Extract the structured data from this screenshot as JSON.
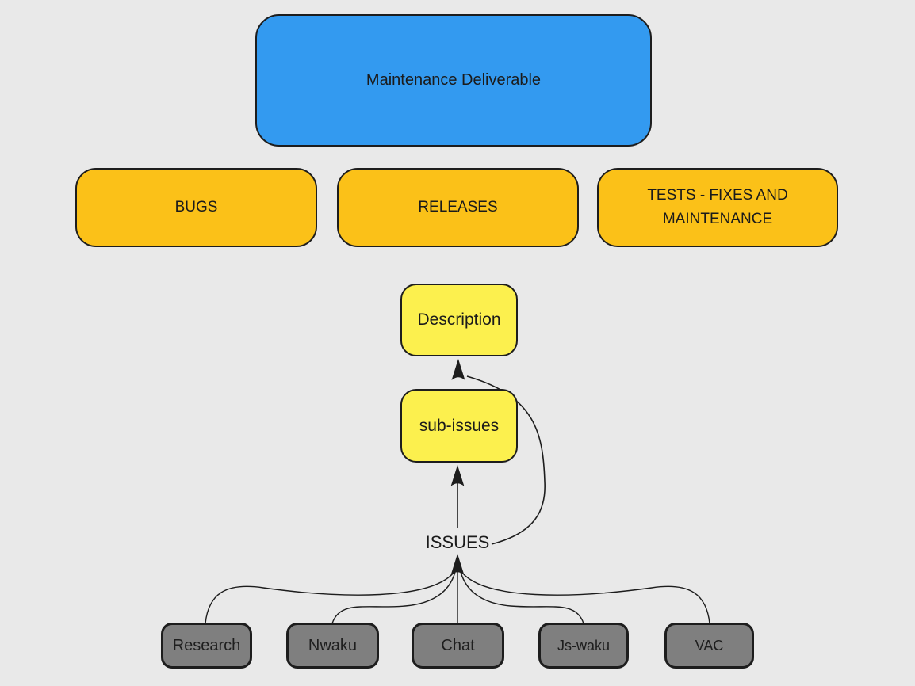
{
  "canvas": {
    "background": "#e9e9e9",
    "stroke": "#1d1d1d"
  },
  "nodes": {
    "maintenance_deliverable": {
      "label": "Maintenance Deliverable",
      "fill": "#339af0"
    },
    "bugs": {
      "label": "BUGS",
      "fill": "#fbc118"
    },
    "releases": {
      "label": "RELEASES",
      "fill": "#fbc118"
    },
    "tests": {
      "label": "TESTS - FIXES AND MAINTENANCE",
      "fill": "#fbc118"
    },
    "description": {
      "label": "Description",
      "fill": "#fcf04e"
    },
    "sub_issues": {
      "label": "sub-issues",
      "fill": "#fcf04e"
    },
    "issues": {
      "label": "ISSUES"
    },
    "research": {
      "label": "Research",
      "fill": "#7f7f7f"
    },
    "nwaku": {
      "label": "Nwaku",
      "fill": "#7f7f7f"
    },
    "chat": {
      "label": "Chat",
      "fill": "#7f7f7f"
    },
    "js_waku": {
      "label": "Js-waku",
      "fill": "#7f7f7f"
    },
    "vac": {
      "label": "VAC",
      "fill": "#7f7f7f"
    }
  }
}
